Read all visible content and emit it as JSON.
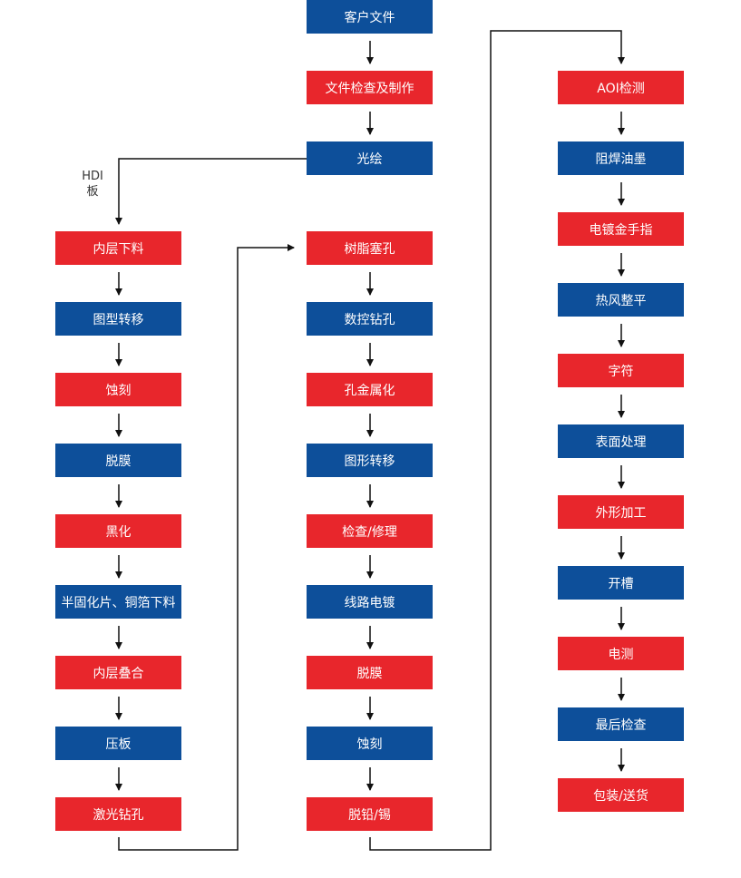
{
  "colors": {
    "red": "#e8262c",
    "blue": "#0d4f9a",
    "line": "#111111"
  },
  "branch_label": [
    "HDI",
    "板"
  ],
  "column_top": [
    {
      "label": "客户文件",
      "color": "blue"
    },
    {
      "label": "文件检查及制作",
      "color": "red"
    },
    {
      "label": "光绘",
      "color": "blue"
    }
  ],
  "column_left": [
    {
      "label": "内层下料",
      "color": "red"
    },
    {
      "label": "图型转移",
      "color": "blue"
    },
    {
      "label": "蚀刻",
      "color": "red"
    },
    {
      "label": "脱膜",
      "color": "blue"
    },
    {
      "label": "黑化",
      "color": "red"
    },
    {
      "label": "半固化片、铜箔下料",
      "color": "blue"
    },
    {
      "label": "内层叠合",
      "color": "red"
    },
    {
      "label": "压板",
      "color": "blue"
    },
    {
      "label": "激光钻孔",
      "color": "red"
    }
  ],
  "column_middle": [
    {
      "label": "树脂塞孔",
      "color": "red"
    },
    {
      "label": "数控钻孔",
      "color": "blue"
    },
    {
      "label": "孔金属化",
      "color": "red"
    },
    {
      "label": "图形转移",
      "color": "blue"
    },
    {
      "label": "检查/修理",
      "color": "red"
    },
    {
      "label": "线路电镀",
      "color": "blue"
    },
    {
      "label": "脱膜",
      "color": "red"
    },
    {
      "label": "蚀刻",
      "color": "blue"
    },
    {
      "label": "脱铅/锡",
      "color": "red"
    }
  ],
  "column_right": [
    {
      "label": "AOI检测",
      "color": "red"
    },
    {
      "label": "阻焊油墨",
      "color": "blue"
    },
    {
      "label": "电镀金手指",
      "color": "red"
    },
    {
      "label": "热风整平",
      "color": "blue"
    },
    {
      "label": "字符",
      "color": "red"
    },
    {
      "label": "表面处理",
      "color": "blue"
    },
    {
      "label": "外形加工",
      "color": "red"
    },
    {
      "label": "开槽",
      "color": "blue"
    },
    {
      "label": "电测",
      "color": "red"
    },
    {
      "label": "最后检查",
      "color": "blue"
    },
    {
      "label": "包装/送货",
      "color": "red"
    }
  ]
}
